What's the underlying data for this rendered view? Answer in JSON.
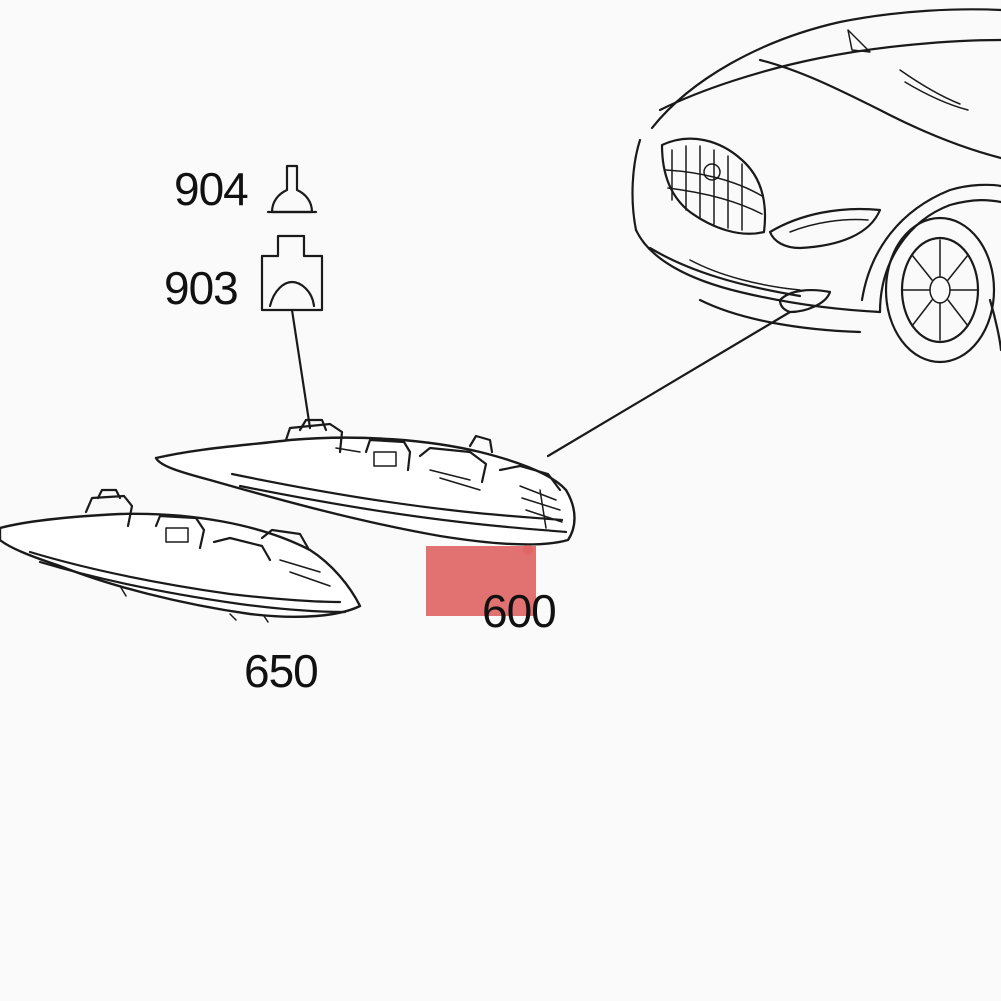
{
  "callouts": {
    "bulb": "904",
    "socket": "903",
    "lamp_right": "600",
    "lamp_left": "650"
  },
  "colors": {
    "background": "#fafafa",
    "line": "#1a1a1a",
    "highlight": "#e06666"
  }
}
